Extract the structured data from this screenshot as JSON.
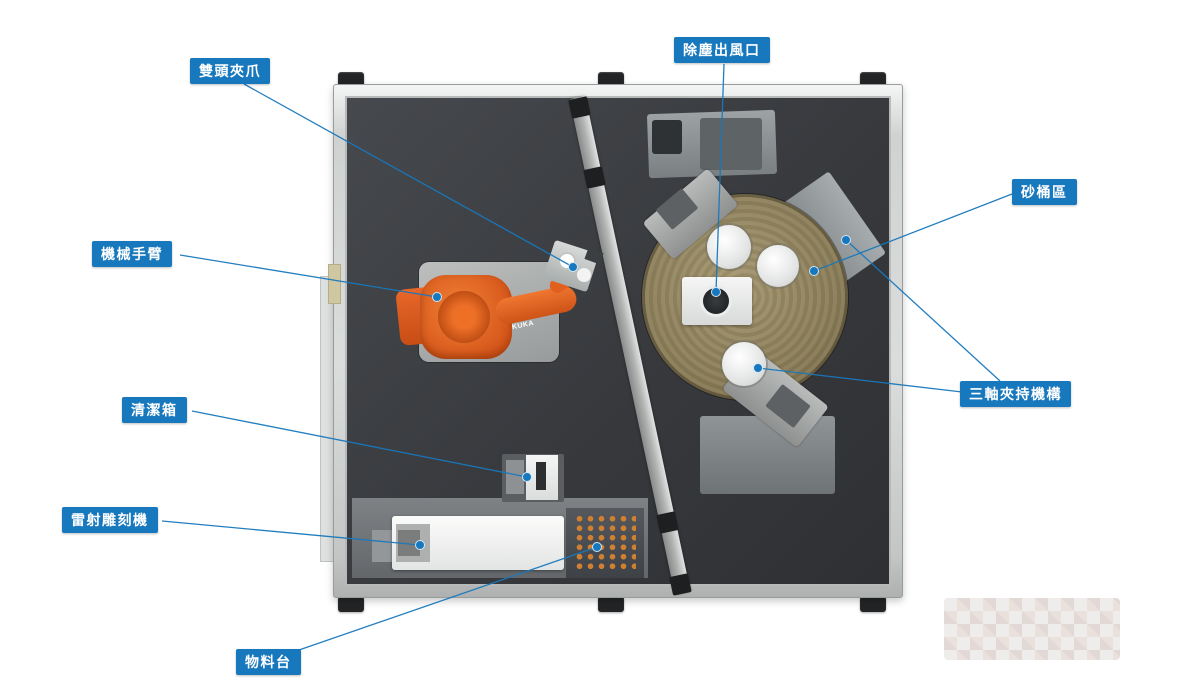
{
  "colors": {
    "accent": "#1878bd",
    "robot_orange": "#e0621f",
    "disc_tan": "#8a7c57",
    "interior_gray": "#37393d"
  },
  "annotations": {
    "double_gripper": {
      "text": "雙頭夾爪"
    },
    "dust_outlet": {
      "text": "除塵出風口"
    },
    "sand_bucket": {
      "text": "砂桶區"
    },
    "robot_arm": {
      "text": "機械手臂"
    },
    "three_axis": {
      "text": "三軸夾持機構"
    },
    "cleaning_box": {
      "text": "清潔箱"
    },
    "laser_engraver": {
      "text": "雷射雕刻機"
    },
    "material_table": {
      "text": "物料台"
    }
  },
  "machine": {
    "robot_brand": "KUKA"
  }
}
